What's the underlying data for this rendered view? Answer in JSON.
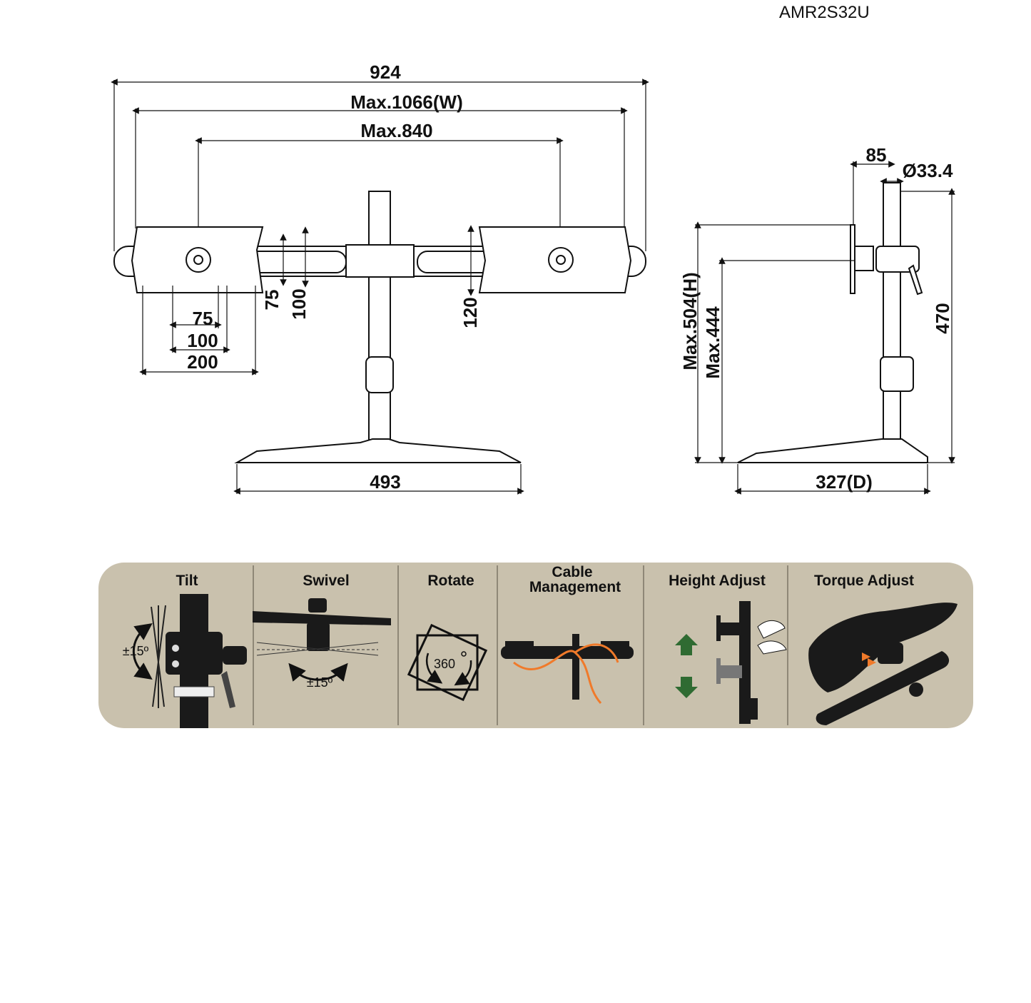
{
  "model": "AMR2S32U",
  "front_view": {
    "dim_overall": "924",
    "dim_max_width": "Max.1066(W)",
    "dim_max_center": "Max.840",
    "vesa_h_75": "75",
    "vesa_h_100": "100",
    "vesa_h_200": "200",
    "vesa_v_75": "75",
    "vesa_v_100": "100",
    "arm_120": "120",
    "base_width": "493"
  },
  "side_view": {
    "dim_85": "85",
    "dim_pole": "Ø33.4",
    "dim_max_h": "Max.504(H)",
    "dim_max_444": "Max.444",
    "dim_470": "470",
    "dim_depth": "327(D)"
  },
  "features": [
    {
      "label": "Tilt",
      "icon_text": "±15º",
      "icon": "tilt-icon"
    },
    {
      "label": "Swivel",
      "icon_text": "±15º",
      "icon": "swivel-icon"
    },
    {
      "label": "Rotate",
      "icon_text": "360",
      "icon": "rotate-icon"
    },
    {
      "label_line1": "Cable",
      "label_line2": "Management",
      "icon": "cable-management-icon"
    },
    {
      "label": "Height Adjust",
      "icon": "height-adjust-icon"
    },
    {
      "label": "Torque Adjust",
      "icon": "torque-adjust-icon"
    }
  ],
  "colors": {
    "panel_bg": "#c9c1ad",
    "divider": "#8f8877",
    "cable": "#f07a2a",
    "arrow": "#2f6b32"
  }
}
